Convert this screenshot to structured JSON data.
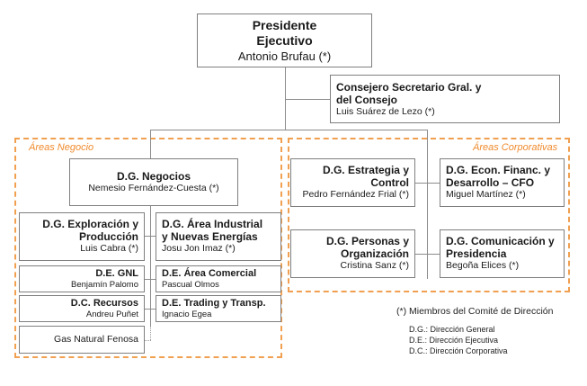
{
  "chart": {
    "president": {
      "title_line1": "Presidente",
      "title_line2": "Ejecutivo",
      "name": "Antonio Brufau (*)"
    },
    "secretary": {
      "title_line1": "Consejero Secretario Gral. y",
      "title_line2": "del Consejo",
      "name": "Luis Suárez de Lezo (*)"
    },
    "areas_negocio": {
      "label": "Áreas Negocio",
      "head": {
        "title": "D.G. Negocios",
        "name": "Nemesio Fernández-Cuesta (*)"
      },
      "left": [
        {
          "title_line1": "D.G. Exploración y",
          "title_line2": "Producción",
          "name": "Luis Cabra (*)"
        },
        {
          "title_line1": "D.E. GNL",
          "name": "Benjamín  Palomo"
        },
        {
          "title_line1": "D.C. Recursos",
          "name": "Andreu Puñet"
        },
        {
          "name": "Gas Natural Fenosa"
        }
      ],
      "right": [
        {
          "title_line1": "D.G. Área Industrial",
          "title_line2": "y Nuevas Energías",
          "name": "Josu Jon Imaz (*)"
        },
        {
          "title_line1": "D.E. Área Comercial",
          "name": "Pascual Olmos"
        },
        {
          "title_line1": "D.E. Trading y  Transp.",
          "name": "Ignacio Egea"
        }
      ]
    },
    "areas_corporativas": {
      "label": "Áreas Corporativas",
      "left": [
        {
          "title_line1": "D.G. Estrategia y",
          "title_line2": "Control",
          "name": "Pedro Fernández Frial (*)"
        },
        {
          "title_line1": "D.G. Personas y",
          "title_line2": "Organización",
          "name": "Cristina Sanz (*)"
        }
      ],
      "right": [
        {
          "title_line1": "D.G. Econ. Financ. y",
          "title_line2": "Desarrollo – CFO",
          "name": "Miguel Martínez (*)"
        },
        {
          "title_line1": "D.G. Comunicación y",
          "title_line2": "Presidencia",
          "name": "Begoña Elices (*)"
        }
      ]
    },
    "legend": {
      "note": "(*) Miembros del Comité de Dirección",
      "items": [
        "D.G.: Dirección General",
        "D.E.: Dirección Ejecutiva",
        "D.C.: Dirección Corporativa"
      ]
    },
    "colors": {
      "area_border": "#f0a050",
      "area_label": "#f08a2c",
      "box_border": "#7f7f7f",
      "connector": "#8c8c8c"
    }
  }
}
